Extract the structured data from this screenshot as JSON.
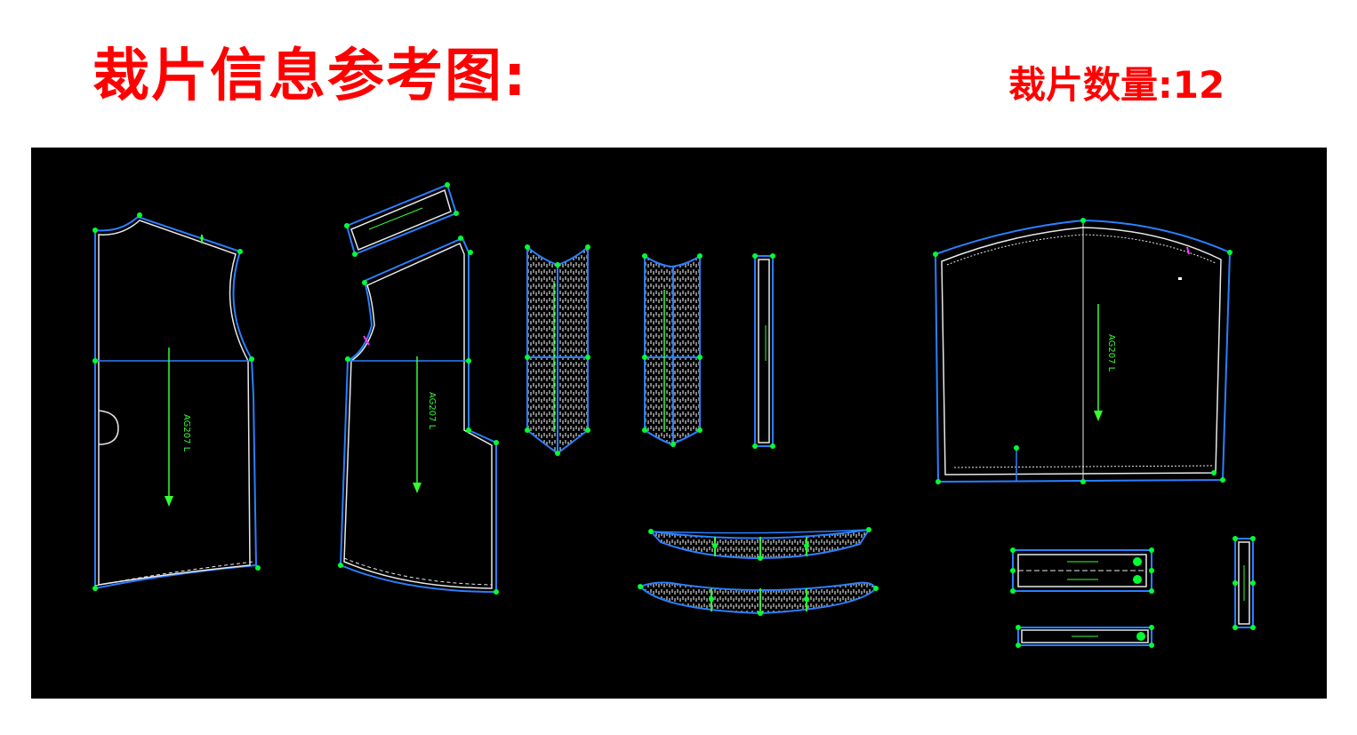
{
  "header": {
    "title": "裁片信息参考图:",
    "piece_count_label": "裁片数量:",
    "piece_count_value": "12"
  },
  "colors": {
    "title": "#ff0000",
    "canvas_bg": "#000000",
    "seam_line": "#2a7fff",
    "cut_line": "#e8e8e8",
    "vertex": "#00ff33",
    "label_text": "#33ff33",
    "notch": "#ff33ff"
  },
  "canvas": {
    "pieces": [
      {
        "name": "front-panel",
        "style_code": "AG207 L"
      },
      {
        "name": "back-panel",
        "style_code": "AG207 L"
      },
      {
        "name": "collar-strip"
      },
      {
        "name": "cuff-left"
      },
      {
        "name": "cuff-right"
      },
      {
        "name": "narrow-strip"
      },
      {
        "name": "sleeve-panel",
        "style_code": "AG207 L"
      },
      {
        "name": "hem-band-upper"
      },
      {
        "name": "hem-band-lower"
      },
      {
        "name": "placket-upper"
      },
      {
        "name": "placket-lower"
      },
      {
        "name": "small-strip"
      }
    ]
  }
}
